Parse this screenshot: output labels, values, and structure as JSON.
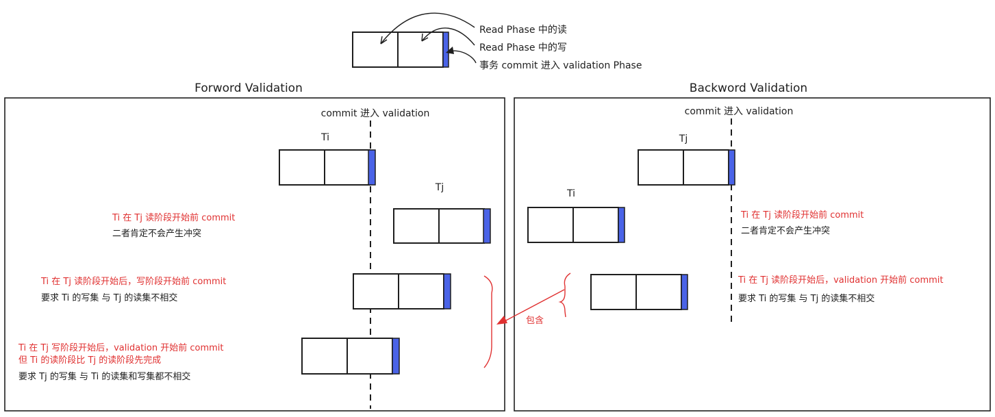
{
  "legend": {
    "read_read": "Read Phase 中的读",
    "read_write": "Read Phase 中的写",
    "commit_validation": "事务 commit 进入 validation Phase"
  },
  "forward": {
    "title": "Forword Validation",
    "commit_label": "commit 进入 validation",
    "ti_label": "Ti",
    "tj_label": "Tj",
    "case1_red": "Ti 在 Tj 读阶段开始前 commit",
    "case1_black": "二者肯定不会产生冲突",
    "case2_red": "Ti 在 Tj 读阶段开始后，写阶段开始前 commit",
    "case2_black": "要求 Ti 的写集 与 Tj 的读集不相交",
    "case3_red1": "Ti 在 Tj 写阶段开始后，validation 开始前 commit",
    "case3_red2": "但 Ti 的读阶段比 Tj 的读阶段先完成",
    "case3_black": "要求 Tj 的写集 与 Ti 的读集和写集都不相交"
  },
  "backward": {
    "title": "Backword Validation",
    "commit_label": "commit 进入 validation",
    "tj_label": "Tj",
    "ti_label": "Ti",
    "case1_red": "Ti 在 Tj 读阶段开始前 commit",
    "case1_black": "二者肯定不会产生冲突",
    "case2_red": "Ti 在 Tj 读阶段开始后，validation 开始前 commit",
    "case2_black": "要求 Ti 的写集 与 Tj 的读集不相交"
  },
  "contains_label": "包含",
  "colors": {
    "ink": "#1e1e1e",
    "accent_red": "#e03131",
    "commit_bar": "#4a63e7"
  }
}
